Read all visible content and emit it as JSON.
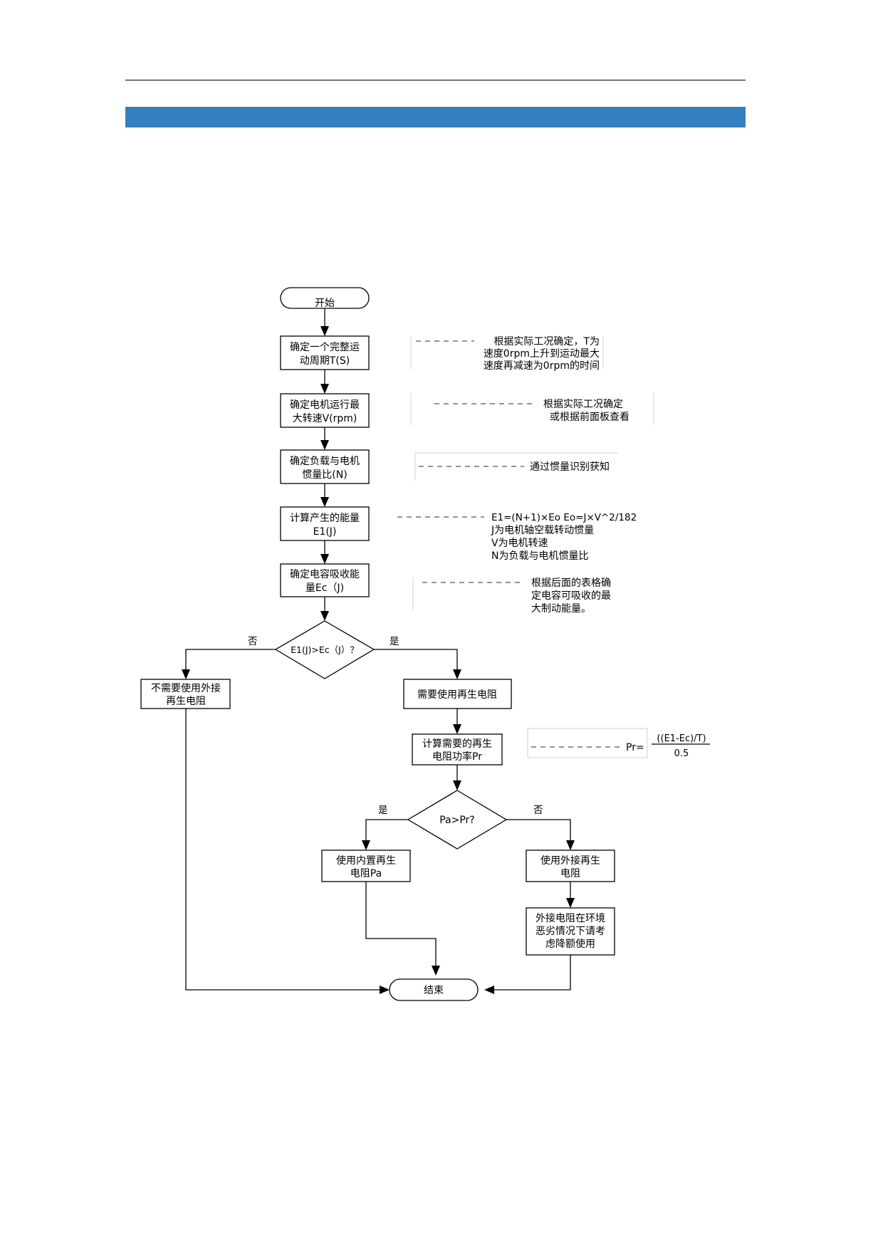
{
  "page": {
    "accent_color": "#337fc0"
  },
  "flowchart": {
    "start": "开始",
    "end": "结束",
    "steps": [
      {
        "id": "s1",
        "lines": [
          "确定一个完整运",
          "动周期T(S)"
        ]
      },
      {
        "id": "s2",
        "lines": [
          "确定电机运行最",
          "大转速V(rpm)"
        ]
      },
      {
        "id": "s3",
        "lines": [
          "确定负载与电机",
          "惯量比(N)"
        ]
      },
      {
        "id": "s4",
        "lines": [
          "计算产生的能量",
          "E1(J)"
        ]
      },
      {
        "id": "s5",
        "lines": [
          "确定电容吸收能",
          "量Ec（J)"
        ]
      }
    ],
    "decision1": {
      "text": "E1(J)>Ec（J）？",
      "no_label": "否",
      "yes_label": "是"
    },
    "no_resistor": [
      "不需要使用外接",
      "再生电阻"
    ],
    "need_resistor": [
      "需要使用再生电阻"
    ],
    "calc_power": [
      "计算需要的再生",
      "电阻功率Pr"
    ],
    "decision2": {
      "text": "Pa>Pr?",
      "yes_label": "是",
      "no_label": "否"
    },
    "internal_resistor": [
      "使用内置再生",
      "电阻Pa"
    ],
    "external_resistor": [
      "使用外接再生",
      "电阻"
    ],
    "derating_note": [
      "外接电阻在环境",
      "恶劣情况下请考",
      "虑降额使用"
    ]
  },
  "annotations": [
    {
      "id": "a1",
      "lines": [
        "根据实际工况确定，T为",
        "速度0rpm上升到运动最大",
        "速度再减速为0rpm的时间"
      ]
    },
    {
      "id": "a2",
      "lines": [
        "根据实际工况确定",
        "或根据前面板查看"
      ]
    },
    {
      "id": "a3",
      "lines": [
        "通过惯量识别获知"
      ]
    },
    {
      "id": "a4",
      "lines": [
        "E1=(N+1)×Eo    Eo=J×V^2/182",
        "J为电机轴空载转动惯量",
        "V为电机转速",
        "N为负载与电机惯量比"
      ]
    },
    {
      "id": "a5",
      "lines": [
        "根据后面的表格确",
        "定电容可吸收的最",
        "大制动能量。"
      ]
    },
    {
      "id": "a6",
      "prefix": "Pr=",
      "numerator": "((E1-Ec)/T)",
      "denominator": "0.5"
    }
  ]
}
